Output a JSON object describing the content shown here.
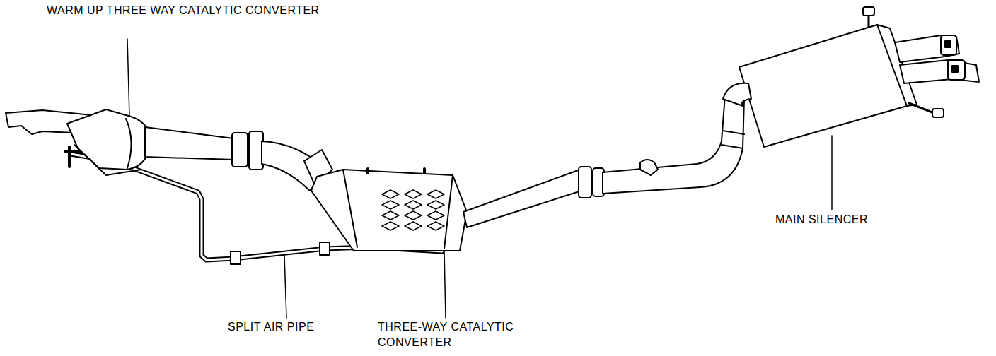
{
  "diagram": {
    "labels": [
      "WARM UP THREE WAY CATALYTIC CONVERTER",
      "SPLIT AIR PIPE",
      "THREE-WAY CATALYTIC CONVERTER",
      "MAIN SILENCER"
    ]
  }
}
